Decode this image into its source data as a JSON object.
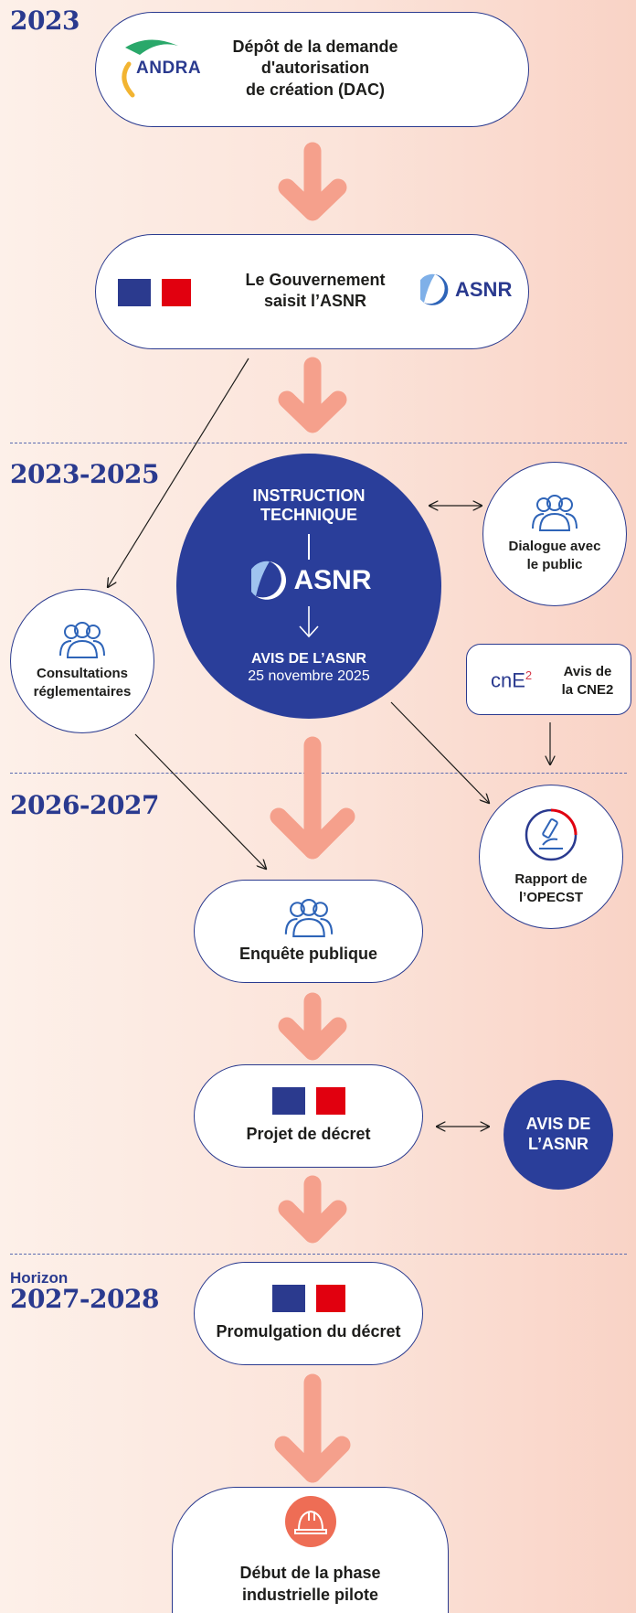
{
  "years": {
    "y1": "2023",
    "y2": "2023-2025",
    "y3": "2026-2027",
    "y4_prefix": "Horizon",
    "y4": "2027-2028"
  },
  "steps": {
    "dac": {
      "logo_text": "ANDRA",
      "line1": "Dépôt de la demande",
      "line2": "d'autorisation",
      "line3": "de création (DAC)"
    },
    "gouvernement": {
      "line1": "Le Gouvernement",
      "line2": "saisit l’ASNR",
      "logo_text": "ASNR"
    },
    "instruction": {
      "title1": "INSTRUCTION",
      "title2": "TECHNIQUE",
      "logo_text": "ASNR",
      "avis": "AVIS DE L’ASNR",
      "date": "25 novembre 2025"
    },
    "dialogue": {
      "line1": "Dialogue avec",
      "line2": "le public"
    },
    "consultations": {
      "line1": "Consultations",
      "line2": "réglementaires"
    },
    "cne2": {
      "logo_text": "cnE",
      "logo_sup": "2",
      "line1": "Avis de",
      "line2": "la CNE2"
    },
    "opecst": {
      "line1": "Rapport de",
      "line2": "l’OPECST"
    },
    "enquete": {
      "label": "Enquête publique"
    },
    "decret": {
      "label": "Projet de décret"
    },
    "avis_asnr": {
      "line1": "AVIS DE",
      "line2": "L’ASNR"
    },
    "promulgation": {
      "label": "Promulgation du décret"
    },
    "debut": {
      "line1": "Début de la phase",
      "line2": "industrielle pilote"
    }
  },
  "colors": {
    "navy": "#2a3a8f",
    "asnr_blue": "#2a3e9a",
    "arrow_salmon": "#f5a08c",
    "republic_red": "#e1000f",
    "andra_green": "#2aa86a",
    "hardhat": "#ee6d55"
  }
}
